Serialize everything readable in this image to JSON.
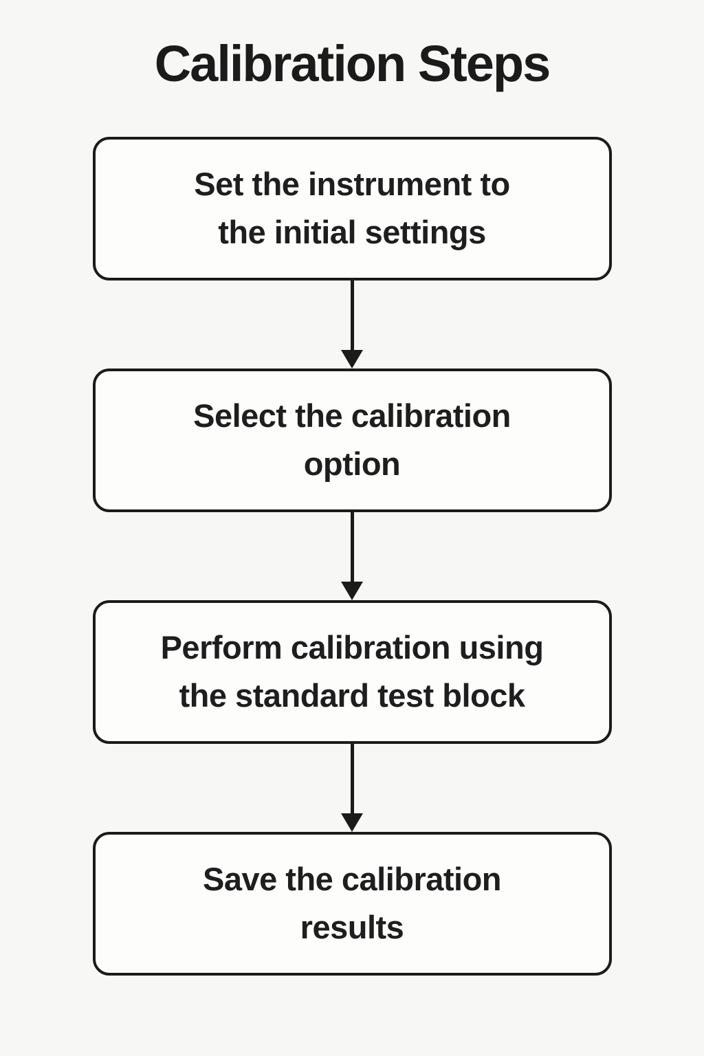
{
  "page": {
    "background_color": "#f7f7f5",
    "box_fill_color": "#fdfdfc",
    "line_color": "#1b1b1b",
    "text_color": "#1e1e1e"
  },
  "flowchart": {
    "title": "Calibration Steps",
    "steps": [
      {
        "lines": [
          "Set the instrument to",
          "the initial settings"
        ]
      },
      {
        "lines": [
          "Select the calibration",
          "option"
        ]
      },
      {
        "lines": [
          "Perform calibration using",
          "the standard test block"
        ]
      },
      {
        "lines": [
          "Save the calibration",
          "results"
        ]
      }
    ]
  }
}
